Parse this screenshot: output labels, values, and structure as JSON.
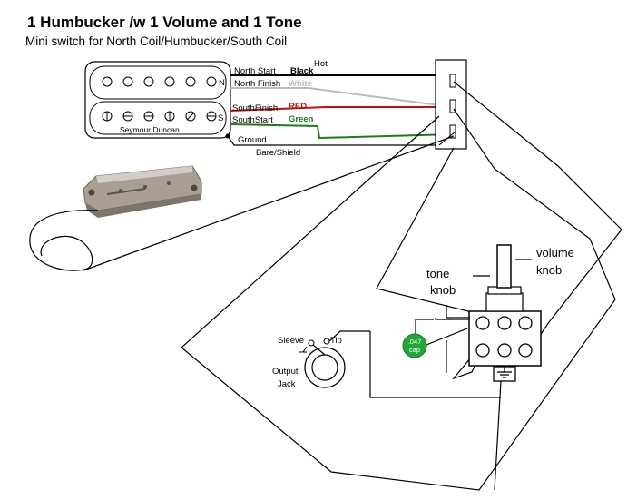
{
  "title": "1 Humbucker /w 1 Volume and 1 Tone",
  "subtitle": "Mini switch for North Coil/Humbucker/South Coil",
  "pickup": {
    "brand": "Seymour Duncan",
    "north_marker": "N",
    "south_marker": "S"
  },
  "wires": {
    "hot": "Hot",
    "north_start": "North Start",
    "north_start_color": "Black",
    "north_finish": "North Finish",
    "north_finish_color": "White",
    "south_finish": "SouthFinish",
    "south_finish_color": "RED",
    "south_start": "SouthStart",
    "south_start_color": "Green",
    "ground": "Ground",
    "bare": "Bare/Shield"
  },
  "pots": {
    "tone_line1": "tone",
    "tone_line2": "knob",
    "volume_line1": "volume",
    "volume_line2": "knob"
  },
  "cap": {
    "value": ".047",
    "label": "cap"
  },
  "jack": {
    "sleeve": "Sleeve",
    "tip": "Tip",
    "output_line1": "Output",
    "output_line2": "Jack"
  },
  "colors": {
    "black_wire": "#000000",
    "white_wire": "#bbbbbb",
    "red_wire": "#b81414",
    "green_wire": "#1f7a1f",
    "cap_fill": "#22a83a",
    "baseplate": "#a89e94"
  }
}
